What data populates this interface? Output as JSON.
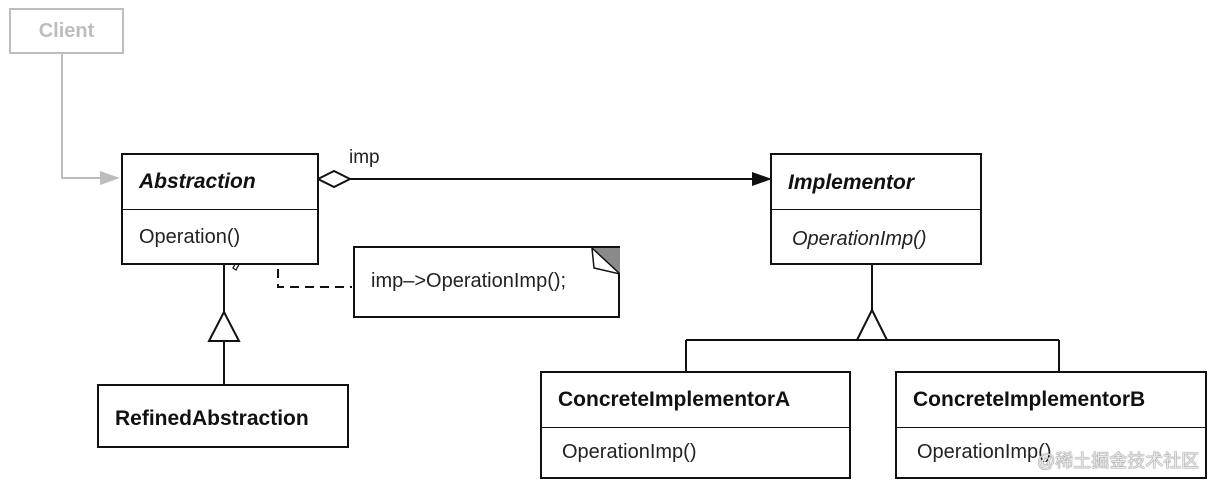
{
  "client": {
    "label": "Client"
  },
  "abstraction": {
    "name": "Abstraction",
    "operation": "Operation()"
  },
  "implementor": {
    "name": "Implementor",
    "operation": "OperationImp()"
  },
  "refined_abstraction": {
    "name": "RefinedAbstraction"
  },
  "concrete_a": {
    "name": "ConcreteImplementorA",
    "operation": "OperationImp()"
  },
  "concrete_b": {
    "name": "ConcreteImplementorB",
    "operation": "OperationImp()"
  },
  "association": {
    "label": "imp"
  },
  "note": {
    "text": "imp–>OperationImp();"
  },
  "watermark": {
    "text": "@稀土掘金技术社区"
  },
  "colors": {
    "line": "#111111",
    "client": "#bdbdbd",
    "note_corner": "#8a8a8a"
  }
}
